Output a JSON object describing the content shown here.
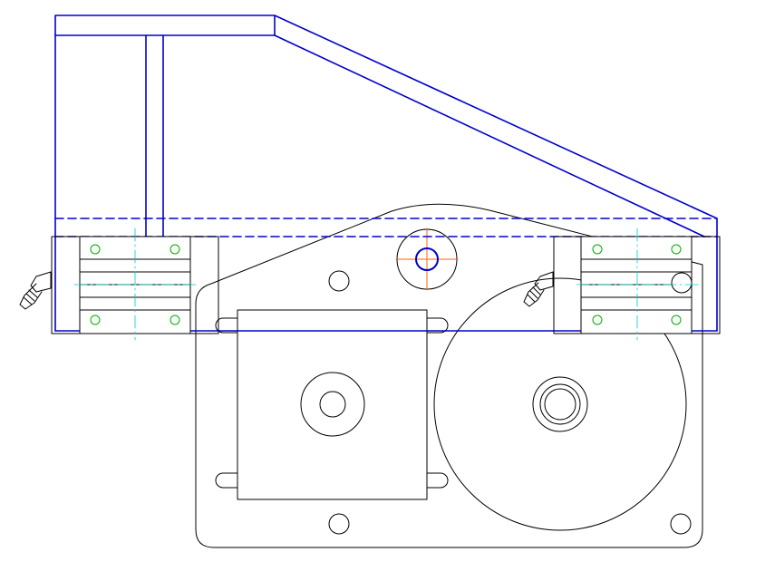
{
  "drawing": {
    "type": "mechanical-cad-drawing",
    "view": "front",
    "background": "#ffffff",
    "colors": {
      "outline": "#000000",
      "bracket": "#0000cc",
      "centerline": "#00cccc",
      "center_mark": "#ff6600",
      "bolt": "#00aa00"
    },
    "parts": {
      "mounting_bracket": "bracket",
      "bearing_blocks": 2,
      "grease_fittings": 2,
      "base_plate": "plate",
      "motor_block": "block",
      "large_pulley": "disc",
      "shaft_center": "center mark"
    }
  }
}
